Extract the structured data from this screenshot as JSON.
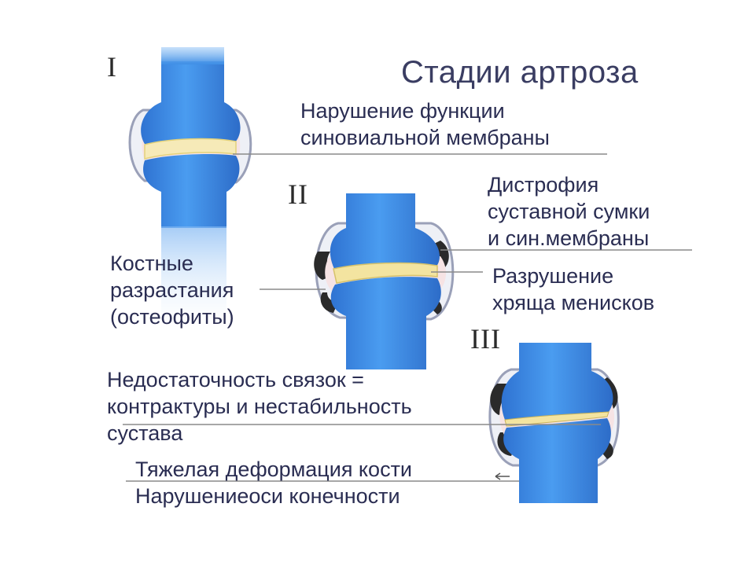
{
  "title": "Стадии артроза",
  "stages": [
    {
      "numeral": "I",
      "labels": [
        "Нарушение функции синовиальной мембраны"
      ]
    },
    {
      "numeral": "II",
      "labels": [
        "Дистрофия суставной сумки и син.мембраны",
        "Разрушение хряща менисков",
        "Костные разрастания (остеофиты)"
      ]
    },
    {
      "numeral": "III",
      "labels": [
        "Недостаточность связок = контрактуры и нестабильность сустава",
        "Тяжелая деформация кости Нарушениеоси конечности"
      ]
    }
  ],
  "text": {
    "stage1_l1": "Нарушение функции",
    "stage1_l2": "синовиальной мембраны",
    "stage2_a1": "Дистрофия",
    "stage2_a2": "суставной сумки",
    "stage2_a3": "и син.мембраны",
    "stage2_b1": "Разрушение",
    "stage2_b2": "хряща менисков",
    "osteo_1": "Костные",
    "osteo_2": "разрастания",
    "osteo_3": "(остеофиты)",
    "lig_1": "Недостаточность связок =",
    "lig_2": "контрактуры и нестабильность",
    "lig_3": "сустава",
    "def_1": "Тяжелая деформация кости",
    "def_2": "Нарушениеоси конечности"
  },
  "colors": {
    "bone": "#3d8ee8",
    "bone_dark": "#2e6fc4",
    "cartilage": "#f3e7bf",
    "synovial": "#f4dfe0",
    "capsule": "#b9bccf",
    "osteophyte": "#2a2a2a",
    "text": "#2a2d52",
    "leader": "#8a8a8a"
  }
}
